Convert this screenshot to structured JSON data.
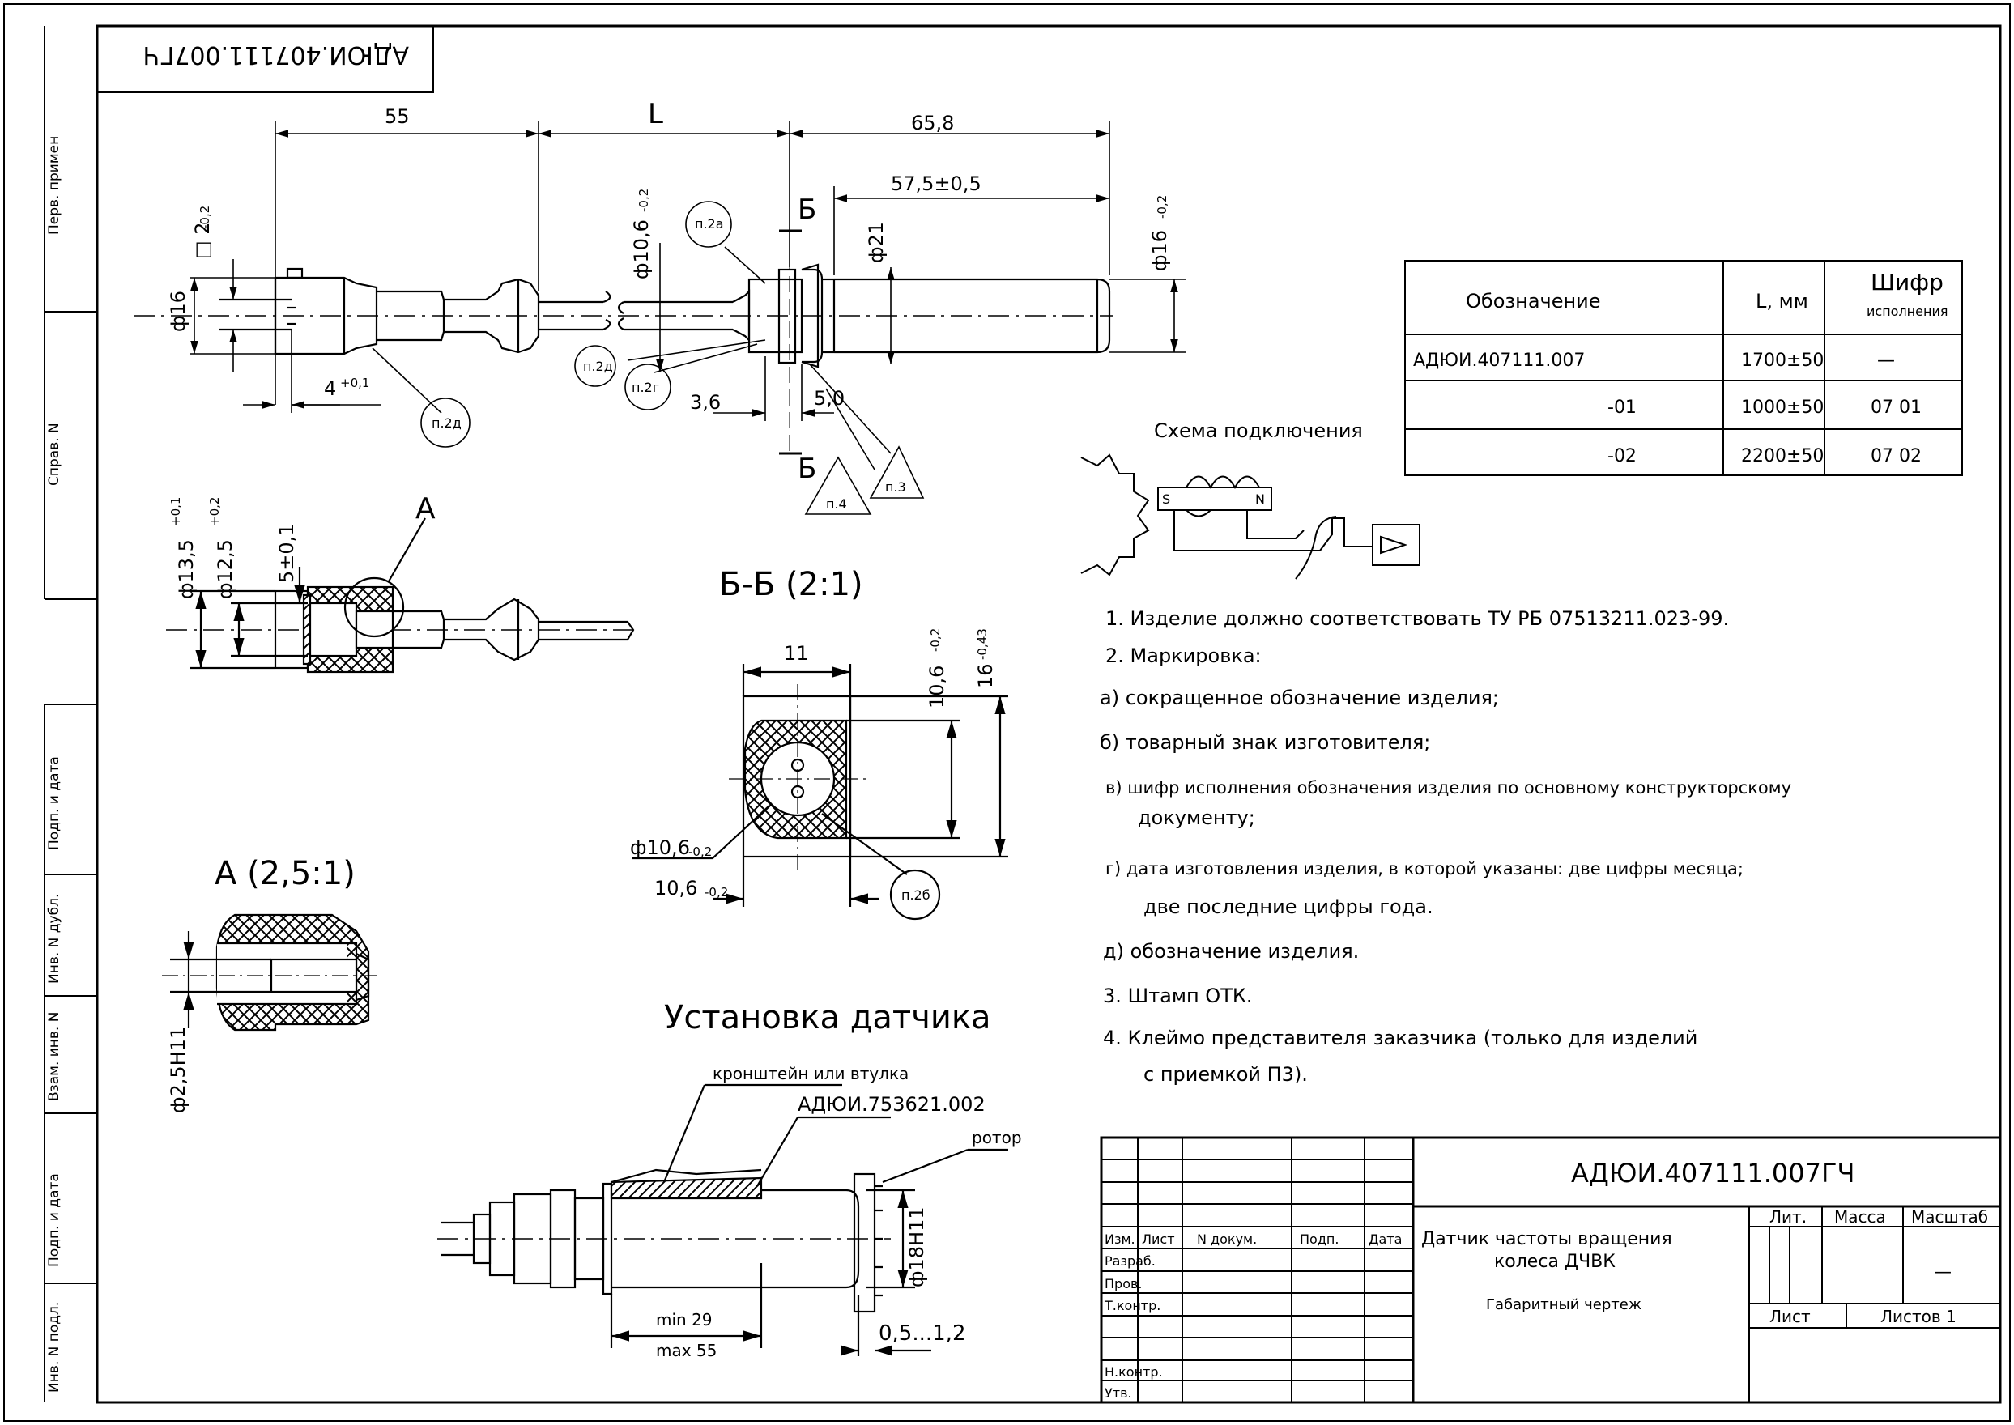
{
  "sheet": {
    "doc_code_rotated": "АДЮИ.407111.007ГЧ",
    "side_labels": [
      "Перв. примен",
      "Справ. N",
      "Подп. и дата",
      "Инв. N дубл.",
      "Взам. инв. N",
      "Подп. и дата",
      "Инв. N подл."
    ]
  },
  "views": {
    "main": {
      "dims": [
        "55",
        "L",
        "65,8",
        "57,5±0,5",
        "Б",
        "Б",
        "ф10,6",
        "-0,2",
        "ф21",
        "ф16",
        "-0,2",
        "□ 2",
        "-0,2",
        "ф16",
        "4",
        "+0,1",
        "3,6",
        "5,0"
      ],
      "callouts": [
        "п.2а",
        "п.2д",
        "п.2г",
        "п.2д",
        "п.4",
        "п.3"
      ]
    },
    "detail_top": {
      "dims": [
        "ф13,5",
        "+0,1",
        "ф12,5",
        "+0,2",
        "5±0,1"
      ],
      "label": "А"
    },
    "section": {
      "title": "Б-Б (2:1)",
      "dims": [
        "11",
        "10,6",
        "-0,2",
        "16",
        "-0,43",
        "ф10,6",
        "-0,2",
        "10,6",
        "-0,2"
      ],
      "callout": "п.2б"
    },
    "detail_a": {
      "title": "А (2,5:1)",
      "dim": "ф2,5Н11"
    },
    "install": {
      "title": "Установка датчика",
      "labels": [
        "кронштейн или втулка",
        "АДЮИ.753621.002",
        "ротор",
        "ф18Н11",
        "min 29",
        "max 55",
        "0,5...1,2"
      ]
    },
    "scheme": {
      "title": "Схема подключения",
      "labels": [
        "S",
        "N"
      ]
    }
  },
  "variants_table": {
    "headers": [
      "Обозначение",
      "L, мм",
      "Шифр",
      "исполнения"
    ],
    "rows": [
      [
        "АДЮИ.407111.007",
        "1700±50",
        "—"
      ],
      [
        "-01",
        "1000±50",
        "07 01"
      ],
      [
        "-02",
        "2200±50",
        "07 02"
      ]
    ]
  },
  "notes": [
    "1. Изделие должно соответствовать ТУ РБ 07513211.023-99.",
    "2. Маркировка:",
    "а) сокращенное обозначение изделия;",
    "б) товарный знак изготовителя;",
    "в) шифр исполнения обозначения изделия по основному конструкторскому",
    "документу;",
    "г) дата изготовления изделия, в которой указаны: две цифры месяца;",
    "две последние цифры года.",
    "д) обозначение изделия.",
    "3. Штамп ОТК.",
    "4. Клеймо представителя заказчика (только для изделий",
    "с приемкой П3)."
  ],
  "title_block": {
    "doc_code": "АДЮИ.407111.007ГЧ",
    "name_line1": "Датчик частоты вращения",
    "name_line2": "колеса ДЧВК",
    "doc_type": "Габаритный чертеж",
    "cols": [
      "Изм.",
      "Лист",
      "N докум.",
      "Подп.",
      "Дата"
    ],
    "rows": [
      "Разраб.",
      "Пров.",
      "Т.контр.",
      "Н.контр.",
      "Утв."
    ],
    "lit": "Лит.",
    "mass": "Масса",
    "scale": "Масштаб",
    "scale_value": "—",
    "sheet": "Лист",
    "sheets": "Листов 1"
  }
}
